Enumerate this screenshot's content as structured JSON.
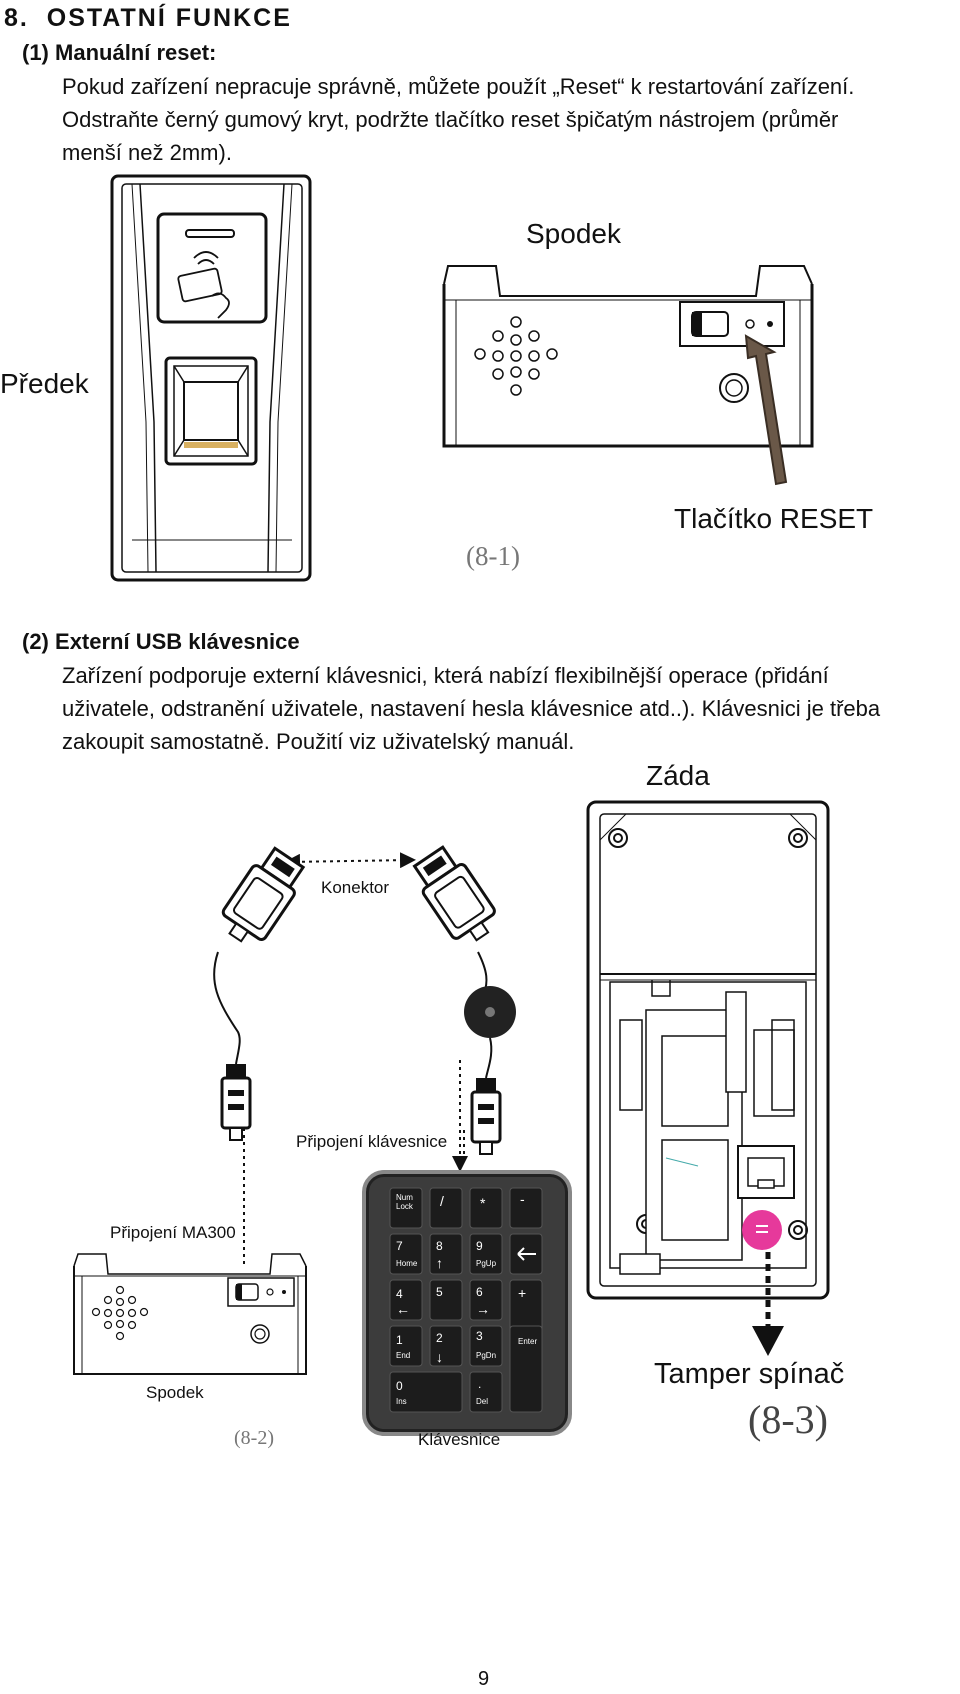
{
  "section": {
    "number": "8.",
    "title": "OSTATNÍ FUNKCE"
  },
  "manual_reset": {
    "number": "(1)",
    "title": "Manuální reset:",
    "lines": [
      "Pokud zařízení nepracuje správně, můžete použít „Reset“ k restartování zařízení.",
      "Odstraňte černý gumový kryt, podržte tlačítko reset špičatým nástrojem (průměr",
      "menší než 2mm)."
    ],
    "figure": {
      "front_label": "Předek",
      "bottom_label": "Spodek",
      "reset_label": "Tlačítko RESET",
      "caption": "(8-1)"
    }
  },
  "usb_keyboard": {
    "number": "(2)",
    "title": "Externí USB klávesnice",
    "lines": [
      "Zařízení podporuje externí klávesnici, která nabízí flexibilnější operace (přidání",
      "uživatele, odstranění uživatele, nastavení hesla klávesnice atd..). Klávesnici je třeba",
      "zakoupit samostatně. Použití viz uživatelský manuál."
    ],
    "figure": {
      "back_label": "Záda",
      "connector_label": "Konektor",
      "keyboard_connection_label": "Připojení klávesnice",
      "ma300_connection_label": "Připojení MA300",
      "bottom_label": "Spodek",
      "keyboard_label": "Klávesnice",
      "tamper_label": "Tamper spínač",
      "caption_82": "(8-2)",
      "caption_83": "(8-3)",
      "keys": {
        "numlock": [
          "Num",
          "Lock"
        ],
        "slash": "/",
        "star": "*",
        "minus": "-",
        "k7": [
          "7",
          "Home"
        ],
        "k8": [
          "8",
          "↑"
        ],
        "k9": [
          "9",
          "PgUp"
        ],
        "k4": [
          "4",
          "←"
        ],
        "k5": "5",
        "k6": [
          "6",
          "→"
        ],
        "plus": "+",
        "k1": [
          "1",
          "End"
        ],
        "k2": [
          "2",
          "↓"
        ],
        "k3": [
          "3",
          "PgDn"
        ],
        "enter": "Enter",
        "k0": [
          "0",
          "Ins"
        ],
        "dot": [
          ".",
          "Del"
        ]
      }
    }
  },
  "page_number": "9"
}
